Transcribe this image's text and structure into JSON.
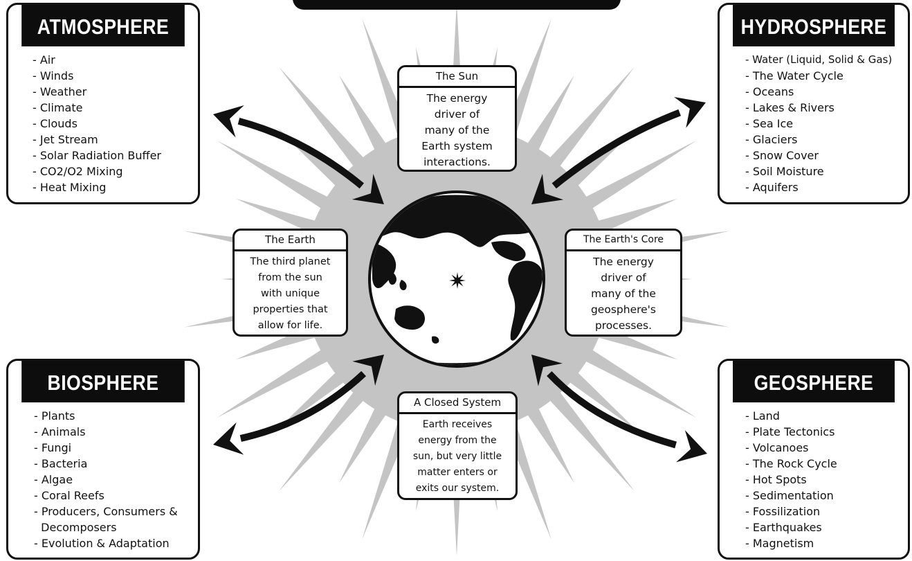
{
  "spheres": {
    "atmosphere": {
      "title": "ATMOSPHERE",
      "items": [
        "- Air",
        "- Winds",
        "- Weather",
        "- Climate",
        "- Clouds",
        "- Jet Stream",
        "- Solar Radiation Buffer",
        "- CO2/O2 Mixing",
        "- Heat Mixing"
      ]
    },
    "hydrosphere": {
      "title": "HYDROSPHERE",
      "items": [
        "- Water (Liquid, Solid & Gas)",
        "- The Water Cycle",
        "- Oceans",
        "- Lakes & Rivers",
        "- Sea Ice",
        "- Glaciers",
        "- Snow Cover",
        "- Soil Moisture",
        "- Aquifers"
      ]
    },
    "biosphere": {
      "title": "BIOSPHERE",
      "items": [
        "- Plants",
        "- Animals",
        "- Fungi",
        "- Bacteria",
        "- Algae",
        "- Coral Reefs",
        "- Producers, Consumers &",
        "  Decomposers",
        "- Evolution & Adaptation"
      ]
    },
    "geosphere": {
      "title": "GEOSPHERE",
      "items": [
        "- Land",
        "- Plate Tectonics",
        "- Volcanoes",
        "- The Rock Cycle",
        "- Hot Spots",
        "- Sedimentation",
        "- Fossilization",
        "- Earthquakes",
        "- Magnetism"
      ]
    }
  },
  "info": {
    "sun": {
      "title": "The Sun",
      "lines": [
        "The energy",
        "driver of",
        "many of the",
        "Earth system",
        "interactions."
      ]
    },
    "earth": {
      "title": "The Earth",
      "lines": [
        "The third planet",
        "from the sun",
        "with unique",
        "properties that",
        "allow for life."
      ]
    },
    "core": {
      "title": "The Earth's Core",
      "lines": [
        "The energy",
        "driver of",
        "many of the",
        "geosphere's",
        "processes."
      ]
    },
    "closed": {
      "title": "A Closed System",
      "lines": [
        "Earth receives",
        "energy from the",
        "sun, but very little",
        "matter enters or",
        "exits our system."
      ]
    }
  },
  "colors": {
    "rays": "#c4c4c4",
    "ink": "#111111"
  },
  "icons": {
    "globe": "globe-icon",
    "core_marker": "star-icon",
    "arrows": "double-headed-arrow-icon"
  }
}
